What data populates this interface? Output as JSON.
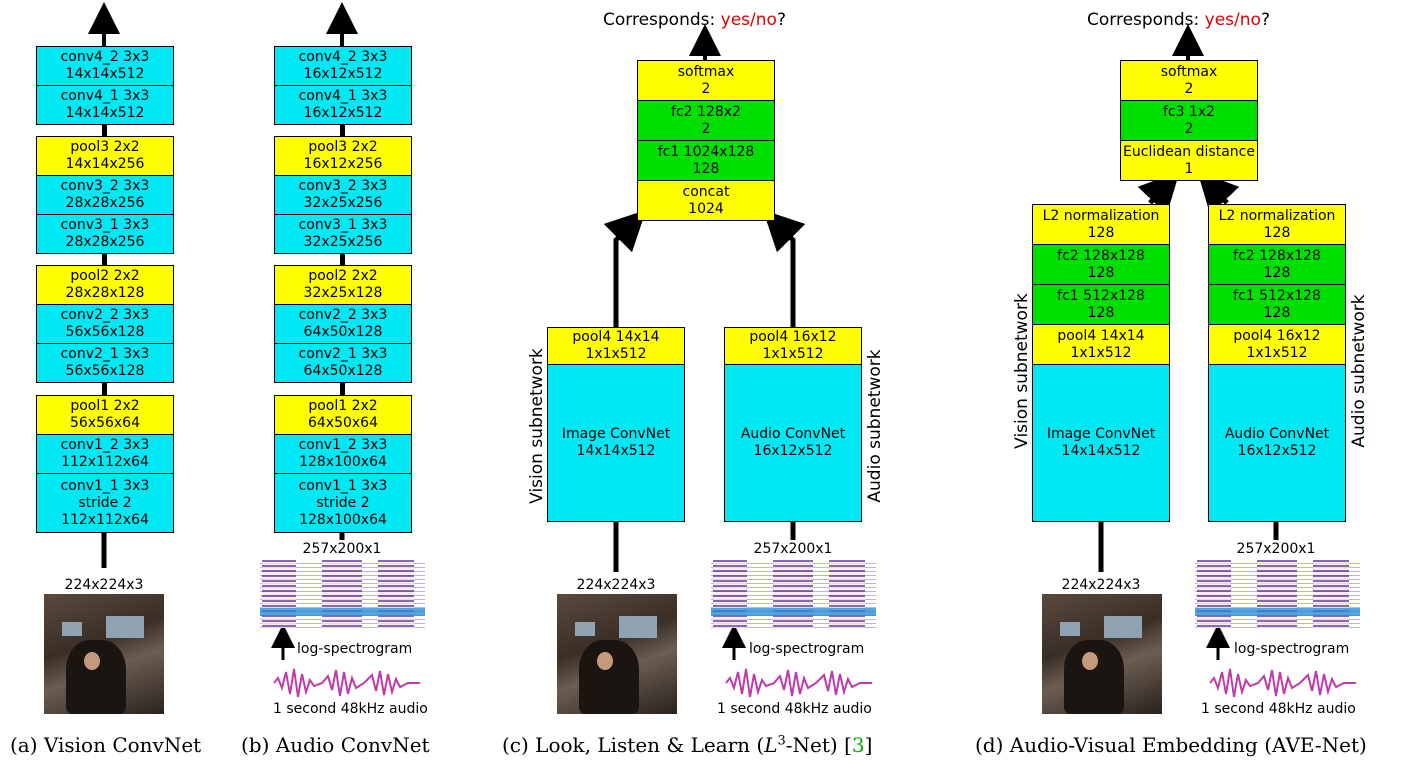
{
  "colors": {
    "conv": "#00e8f4",
    "pool": "#ffff00",
    "fc": "#00e000",
    "arrow": "#000000",
    "highlight": "#e00000",
    "citation": "#00b000"
  },
  "panel_a": {
    "layers": [
      {
        "l1": "conv4_2 3x3",
        "l2": "14x14x512"
      },
      {
        "l1": "conv4_1 3x3",
        "l2": "14x14x512"
      },
      {
        "l1": "pool3 2x2",
        "l2": "14x14x256"
      },
      {
        "l1": "conv3_2 3x3",
        "l2": "28x28x256"
      },
      {
        "l1": "conv3_1 3x3",
        "l2": "28x28x256"
      },
      {
        "l1": "pool2 2x2",
        "l2": "28x28x128"
      },
      {
        "l1": "conv2_2 3x3",
        "l2": "56x56x128"
      },
      {
        "l1": "conv2_1 3x3",
        "l2": "56x56x128"
      },
      {
        "l1": "pool1 2x2",
        "l2": "56x56x64"
      },
      {
        "l1": "conv1_2 3x3",
        "l2": "112x112x64"
      },
      {
        "l1": "conv1_1 3x3",
        "l2": "stride 2",
        "l3": "112x112x64"
      }
    ],
    "input_dim": "224x224x3",
    "caption": "(a) Vision ConvNet"
  },
  "panel_b": {
    "layers": [
      {
        "l1": "conv4_2 3x3",
        "l2": "16x12x512"
      },
      {
        "l1": "conv4_1 3x3",
        "l2": "16x12x512"
      },
      {
        "l1": "pool3 2x2",
        "l2": "16x12x256"
      },
      {
        "l1": "conv3_2 3x3",
        "l2": "32x25x256"
      },
      {
        "l1": "conv3_1 3x3",
        "l2": "32x25x256"
      },
      {
        "l1": "pool2 2x2",
        "l2": "32x25x128"
      },
      {
        "l1": "conv2_2 3x3",
        "l2": "64x50x128"
      },
      {
        "l1": "conv2_1 3x3",
        "l2": "64x50x128"
      },
      {
        "l1": "pool1 2x2",
        "l2": "64x50x64"
      },
      {
        "l1": "conv1_2 3x3",
        "l2": "128x100x64"
      },
      {
        "l1": "conv1_1 3x3",
        "l2": "stride 2",
        "l3": "128x100x64"
      }
    ],
    "input_dim": "257x200x1",
    "spectrogram_label": "log-spectrogram",
    "audio_label": "1 second 48kHz audio",
    "caption": "(b) Audio ConvNet"
  },
  "panel_c": {
    "output_prefix": "Corresponds: ",
    "output_yes": "yes",
    "output_sep": "/",
    "output_no": "no",
    "output_suffix": "?",
    "head": [
      {
        "l1": "softmax",
        "l2": "2"
      },
      {
        "l1": "fc2 128x2",
        "l2": "2"
      },
      {
        "l1": "fc1 1024x128",
        "l2": "128"
      },
      {
        "l1": "concat",
        "l2": "1024"
      }
    ],
    "vision": {
      "pool_l1": "pool4 14x14",
      "pool_l2": "1x1x512",
      "net_l1": "Image ConvNet",
      "net_l2": "14x14x512",
      "side_label": "Vision subnetwork",
      "input_dim": "224x224x3"
    },
    "audio": {
      "pool_l1": "pool4 16x12",
      "pool_l2": "1x1x512",
      "net_l1": "Audio ConvNet",
      "net_l2": "16x12x512",
      "side_label": "Audio subnetwork",
      "input_dim": "257x200x1"
    },
    "spectrogram_label": "log-spectrogram",
    "audio_label": "1 second 48kHz audio",
    "caption_prefix": "(c) Look, Listen & Learn (",
    "caption_math_base": "L",
    "caption_math_sup": "3",
    "caption_mid": "-Net) [",
    "caption_cite": "3",
    "caption_suffix": "]"
  },
  "panel_d": {
    "output_prefix": "Corresponds: ",
    "output_yes": "yes",
    "output_sep": "/",
    "output_no": "no",
    "output_suffix": "?",
    "head": [
      {
        "l1": "softmax",
        "l2": "2"
      },
      {
        "l1": "fc3 1x2",
        "l2": "2"
      },
      {
        "l1": "Euclidean distance",
        "l2": "1"
      }
    ],
    "vision": {
      "layers": [
        {
          "l1": "L2 normalization",
          "l2": "128"
        },
        {
          "l1": "fc2 128x128",
          "l2": "128"
        },
        {
          "l1": "fc1 512x128",
          "l2": "128"
        },
        {
          "l1": "pool4 14x14",
          "l2": "1x1x512"
        }
      ],
      "net_l1": "Image ConvNet",
      "net_l2": "14x14x512",
      "side_label": "Vision subnetwork",
      "input_dim": "224x224x3"
    },
    "audio": {
      "layers": [
        {
          "l1": "L2 normalization",
          "l2": "128"
        },
        {
          "l1": "fc2 128x128",
          "l2": "128"
        },
        {
          "l1": "fc1 512x128",
          "l2": "128"
        },
        {
          "l1": "pool4 16x12",
          "l2": "1x1x512"
        }
      ],
      "net_l1": "Audio ConvNet",
      "net_l2": "16x12x512",
      "side_label": "Audio subnetwork",
      "input_dim": "257x200x1"
    },
    "spectrogram_label": "log-spectrogram",
    "audio_label": "1 second 48kHz audio",
    "caption": "(d) Audio-Visual Embedding (AVE-Net)"
  }
}
